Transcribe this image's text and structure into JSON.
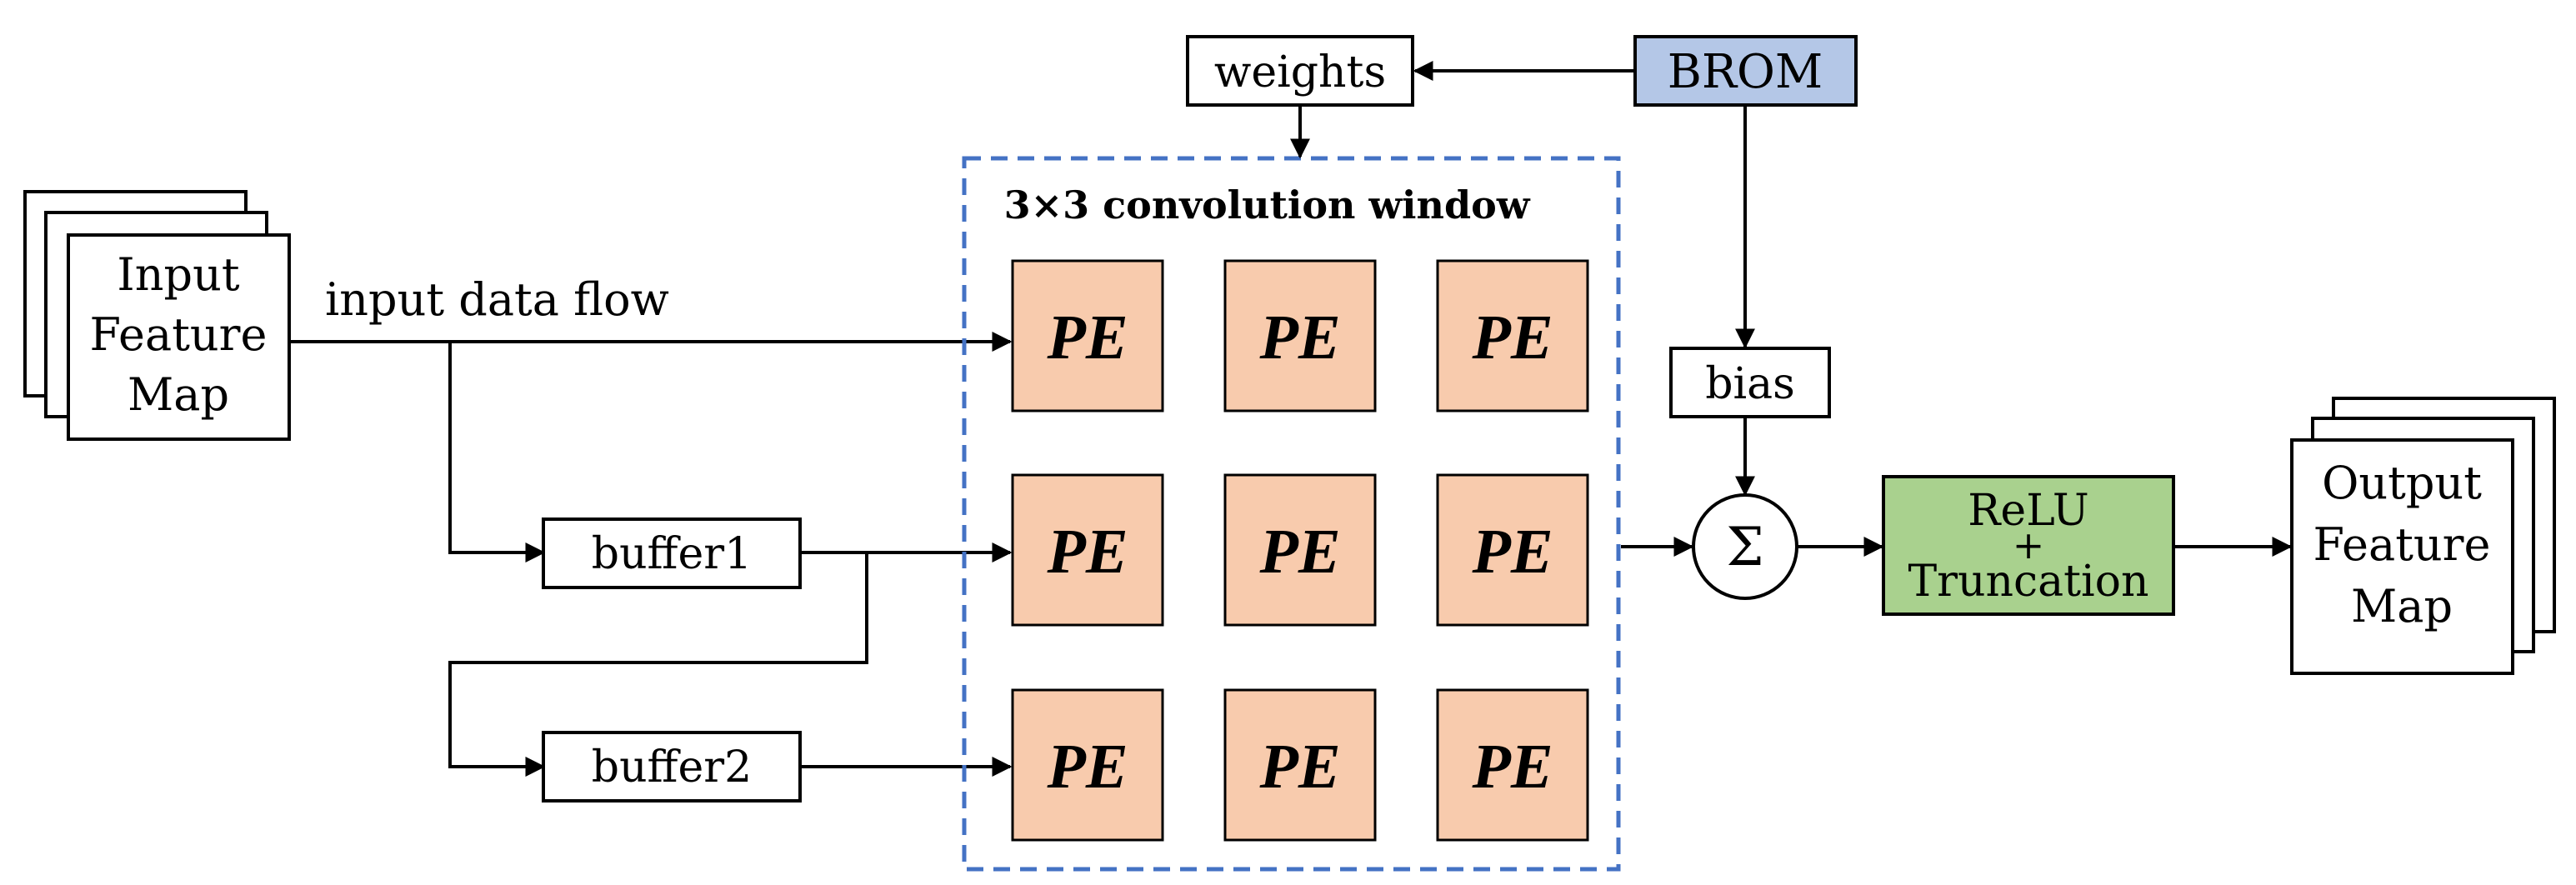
{
  "input_map": {
    "line1": "Input",
    "line2": "Feature",
    "line3": "Map"
  },
  "output_map": {
    "line1": "Output",
    "line2": "Feature",
    "line3": "Map"
  },
  "flow_label": "input data flow",
  "weights": "weights",
  "brom": "BROM",
  "bias": "bias",
  "sum": "Σ",
  "relu": {
    "line1": "ReLU",
    "line2": "+",
    "line3": "Truncation"
  },
  "buffer1": "buffer1",
  "buffer2": "buffer2",
  "window_title": "3×3 convolution window",
  "pe_grid": [
    [
      "PE",
      "PE",
      "PE"
    ],
    [
      "PE",
      "PE",
      "PE"
    ],
    [
      "PE",
      "PE",
      "PE"
    ]
  ],
  "colors": {
    "pe_fill": "#f8cbad",
    "brom_fill": "#b4c7e7",
    "relu_fill": "#a9d18e",
    "window_border": "#4472c4"
  }
}
